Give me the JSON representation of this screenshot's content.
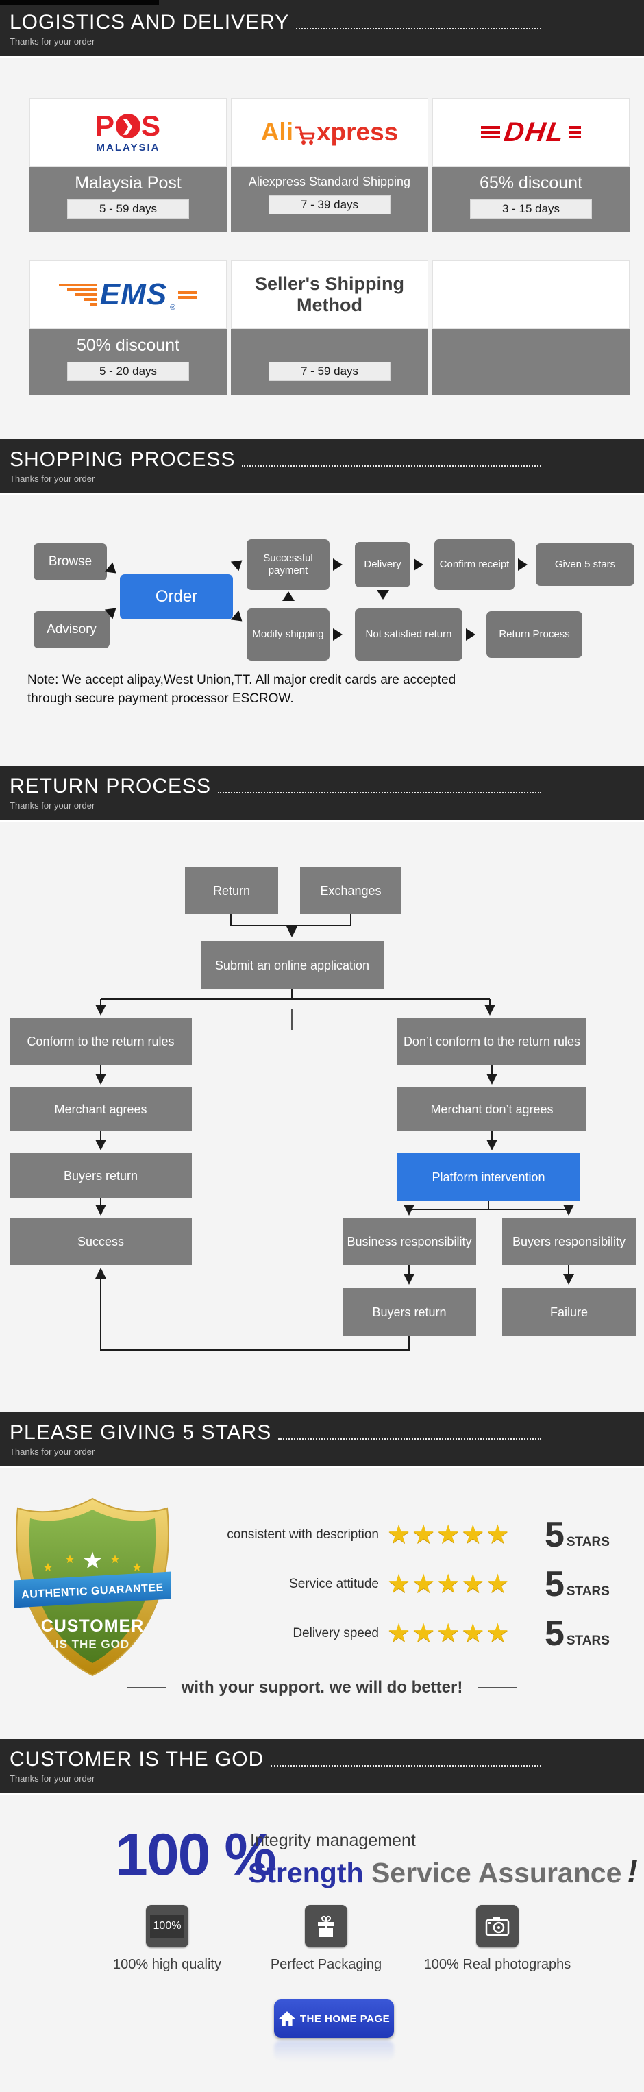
{
  "headers": {
    "logistics": {
      "title": "LOGISTICS AND DELIVERY",
      "subtitle": "Thanks for your order"
    },
    "shopping": {
      "title": "SHOPPING PROCESS",
      "subtitle": "Thanks for your order"
    },
    "returns": {
      "title": "RETURN PROCESS",
      "subtitle": "Thanks for your order"
    },
    "stars": {
      "title": "PLEASE GIVING 5 STARS",
      "subtitle": "Thanks for your order"
    },
    "customer": {
      "title": "CUSTOMER IS THE GOD",
      "subtitle": "Thanks for your order"
    }
  },
  "logistics": {
    "logos": {
      "pos": {
        "p": "P",
        "o_chevron": "❯",
        "s": "S",
        "bottom": "MALAYSIA"
      },
      "ali": {
        "prefix": "Ali",
        "suffix": "xpress"
      },
      "dhl": {
        "text": "DHL"
      },
      "ems": {
        "text": "EMS",
        "reg": "®"
      },
      "seller": {
        "heading": "Seller's Shipping Method"
      }
    },
    "cells": [
      {
        "label": "Malaysia Post",
        "days": "5 - 59 days"
      },
      {
        "label": "Aliexpress Standard Shipping",
        "days": "7 - 39 days"
      },
      {
        "label": "65% discount",
        "days": "3 - 15 days"
      },
      {
        "label": "50% discount",
        "days": "5 - 20 days"
      },
      {
        "label": "",
        "days": "7 - 59 days"
      },
      {
        "label": "",
        "days": ""
      }
    ]
  },
  "shopping_flow": {
    "browse": "Browse",
    "advisory": "Advisory",
    "order": "Order",
    "successful_payment": "Successful payment",
    "delivery": "Delivery",
    "confirm_receipt": "Confirm receipt",
    "given_5_stars": "Given 5 stars",
    "modify_shipping": "Modify shipping",
    "not_satisfied_return": "Not satisfied return",
    "return_process": "Return Process",
    "note_line1": "Note: We accept alipay,West Union,TT. All major credit cards are accepted",
    "note_line2": "through secure payment processor ESCROW."
  },
  "return_flow": {
    "return": "Return",
    "exchanges": "Exchanges",
    "submit": "Submit an online application",
    "conform": "Conform to the return rules",
    "dont_conform": "Don’t conform to the return rules",
    "merchant_agrees": "Merchant agrees",
    "merchant_dont_agrees": "Merchant don’t agrees",
    "buyers_return": "Buyers return",
    "platform_intervention": "Platform intervention",
    "success": "Success",
    "business_responsibility": "Business responsibility",
    "buyers_responsibility": "Buyers responsibility",
    "buyers_return_2": "Buyers return",
    "failure": "Failure"
  },
  "ratings": {
    "badge": {
      "ribbon": "AUTHENTIC GUARANTEE",
      "line1": "CUSTOMER",
      "line2": "IS THE GOD"
    },
    "star_char": "★",
    "rows": [
      {
        "label": "consistent with description",
        "score": "5",
        "suffix": "STARS"
      },
      {
        "label": "Service attitude",
        "score": "5",
        "suffix": "STARS"
      },
      {
        "label": "Delivery speed",
        "score": "5",
        "suffix": "STARS"
      }
    ],
    "support_text": "with your support. we will do better!"
  },
  "guarantee": {
    "percent": "100 %",
    "integrity": "Integrity management",
    "strength": "Strength",
    "assurance": " Service Assurance",
    "exclaim": "!",
    "items": [
      {
        "badge": "100%",
        "caption": "100% high quality"
      },
      {
        "caption": "Perfect Packaging"
      },
      {
        "caption": "100% Real photographs"
      }
    ],
    "home_button": "THE HOME PAGE"
  },
  "colors": {
    "accent_blue": "#2e78e0",
    "deep_blue": "#2a32a5",
    "header_bg": "#282828",
    "flow_gray": "#7d7d7d",
    "cell_gray": "#7f7f7f",
    "dhl_red": "#d40511",
    "pos_red": "#e62129",
    "pos_navy": "#1b3f94",
    "ems_blue": "#1550a8",
    "ems_orange": "#f47b20",
    "ali_orange": "#f7941d",
    "ali_red": "#e43225",
    "star_gold": "#f2c011",
    "home_button_blue": "#2038b8"
  }
}
